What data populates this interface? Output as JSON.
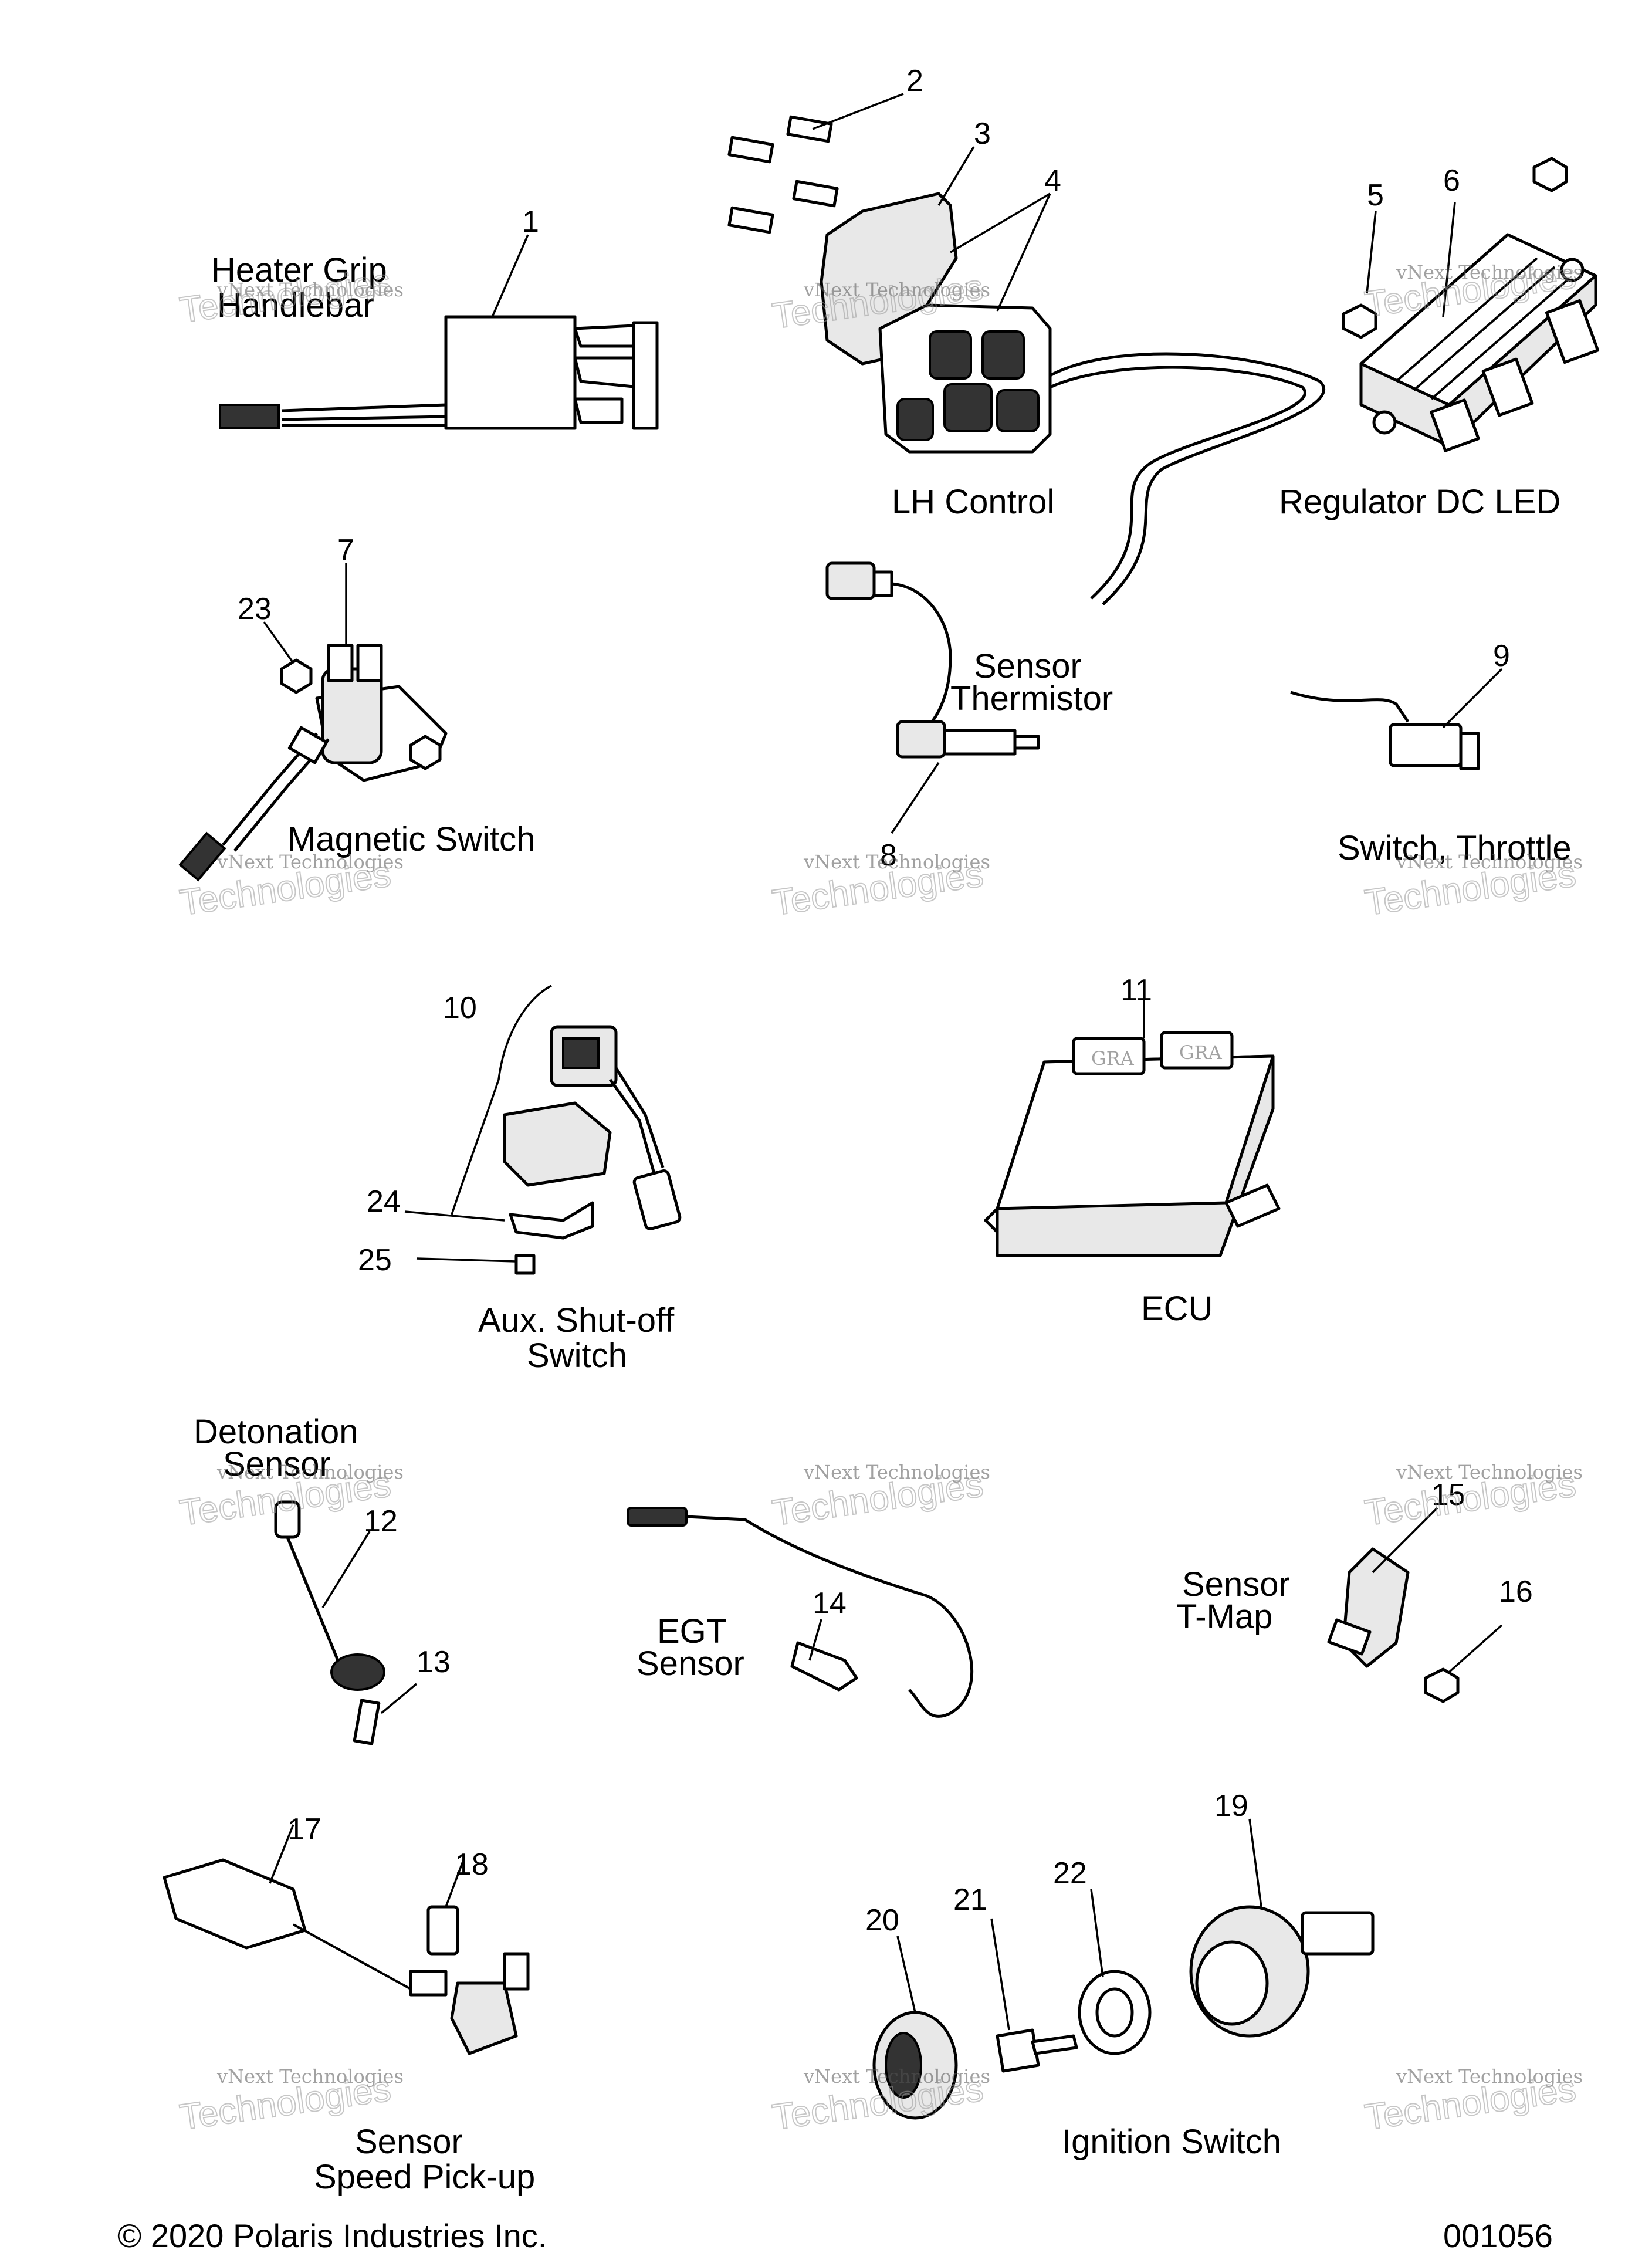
{
  "labels": {
    "heater_grip": "Heater Grip",
    "handlebar": "Handlebar",
    "lh_control": "LH Control",
    "regulator": "Regulator DC LED",
    "sensor_thermistor_1": "Sensor",
    "sensor_thermistor_2": "Thermistor",
    "magnetic_switch": "Magnetic Switch",
    "switch_throttle": "Switch, Throttle",
    "aux_shutoff_1": "Aux. Shut-off",
    "aux_shutoff_2": "Switch",
    "ecu": "ECU",
    "detonation_1": "Detonation",
    "detonation_2": "Sensor",
    "egt_1": "EGT",
    "egt_2": "Sensor",
    "tmap_1": "Sensor",
    "tmap_2": "T-Map",
    "speed_1": "Sensor",
    "speed_2": "Speed Pick-up",
    "ignition": "Ignition Switch"
  },
  "callouts": {
    "n1": "1",
    "n2": "2",
    "n3": "3",
    "n4": "4",
    "n5": "5",
    "n6": "6",
    "n7": "7",
    "n8": "8",
    "n9": "9",
    "n10": "10",
    "n11": "11",
    "n12": "12",
    "n13": "13",
    "n14": "14",
    "n15": "15",
    "n16": "16",
    "n17": "17",
    "n18": "18",
    "n19": "19",
    "n20": "20",
    "n21": "21",
    "n22": "22",
    "n23": "23",
    "n24": "24",
    "n25": "25"
  },
  "watermark": {
    "line1": "vNext Technologies",
    "line2": "Technologies"
  },
  "footer": {
    "copyright": "© 2020 Polaris Industries Inc.",
    "code": "001056"
  },
  "ecu_connectors": {
    "left": "GRA",
    "right": "GRA"
  }
}
